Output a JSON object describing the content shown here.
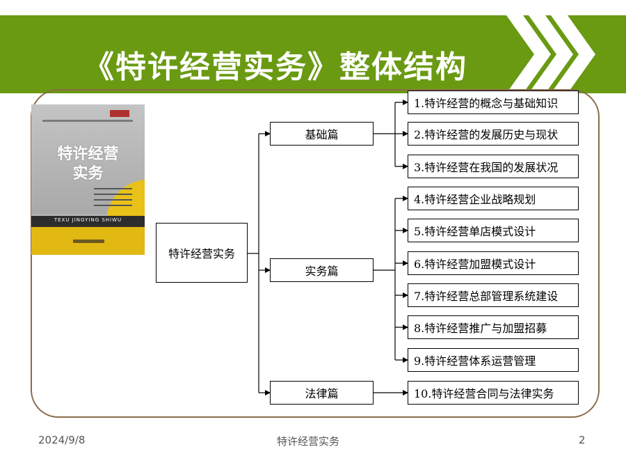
{
  "slide": {
    "title": "《特许经营实务》整体结构",
    "colors": {
      "banner": "#6a9a12",
      "frame": "#8a6a4a",
      "chevron": "#ffffff"
    }
  },
  "book_cover": {
    "title_line1": "特许经营",
    "title_line2": "实务",
    "band_text": "TEXU JINGYING SHIWU",
    "colors": {
      "top": "#b9b9b9",
      "band": "#2d2d2d",
      "bottom": "#e2b912"
    }
  },
  "diagram": {
    "root": "特许经营实务",
    "sections": [
      {
        "label": "基础篇",
        "chapters": [
          "1.特许经营的概念与基础知识",
          "2.特许经营的发展历史与现状",
          "3.特许经营在我国的发展状况"
        ]
      },
      {
        "label": "实务篇",
        "chapters": [
          "4.特许经营企业战略规划",
          "5.特许经营单店模式设计",
          "6.特许经营加盟模式设计",
          "7.特许经营总部管理系统建设",
          "8.特许经营推广与加盟招募",
          "9.特许经营体系运营管理"
        ]
      },
      {
        "label": "法律篇",
        "chapters": [
          "10.特许经营合同与法律实务"
        ]
      }
    ]
  },
  "footer": {
    "date": "2024/9/8",
    "center": "特许经营实务",
    "page": "2"
  }
}
